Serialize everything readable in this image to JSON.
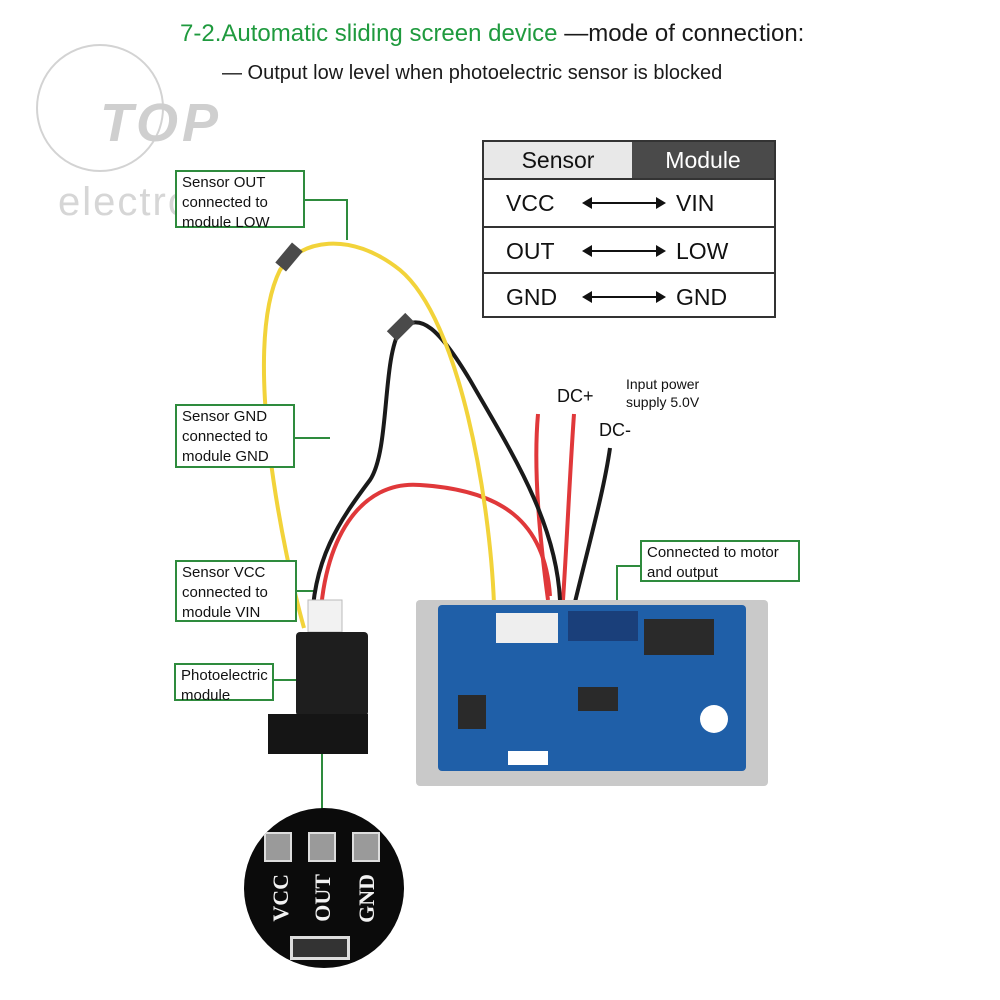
{
  "header": {
    "title_main": "7-2.Automatic sliding screen device",
    "title_dash": " —",
    "title_rest": "mode of connection:",
    "subtitle": "— Output low level when photoelectric sensor is blocked"
  },
  "logo": {
    "word": "TOP",
    "sub": "electronic"
  },
  "table": {
    "headers": [
      "Sensor",
      "Module"
    ],
    "rows": [
      {
        "sensor": "VCC",
        "module": "VIN"
      },
      {
        "sensor": "OUT",
        "module": "LOW"
      },
      {
        "sensor": "GND",
        "module": "GND"
      }
    ]
  },
  "callouts": {
    "out": "Sensor OUT connected to module LOW",
    "gnd": "Sensor GND connected to module GND",
    "vcc": "Sensor VCC connected to module VIN",
    "photo": "Photoelectric module",
    "motor": "Connected to motor and output"
  },
  "power": {
    "dc_plus": "DC+",
    "dc_minus": "DC-",
    "input": "Input power supply 5.0V"
  },
  "zoom_pins": [
    "VCC",
    "OUT",
    "GND"
  ],
  "colors": {
    "callout_border": "#2e8b3d",
    "title_green": "#1f9a3e",
    "wire_yellow": "#f2d33a",
    "wire_black": "#1a1a1a",
    "wire_red": "#e0383a",
    "pcb_blue": "#1f5fa8"
  }
}
